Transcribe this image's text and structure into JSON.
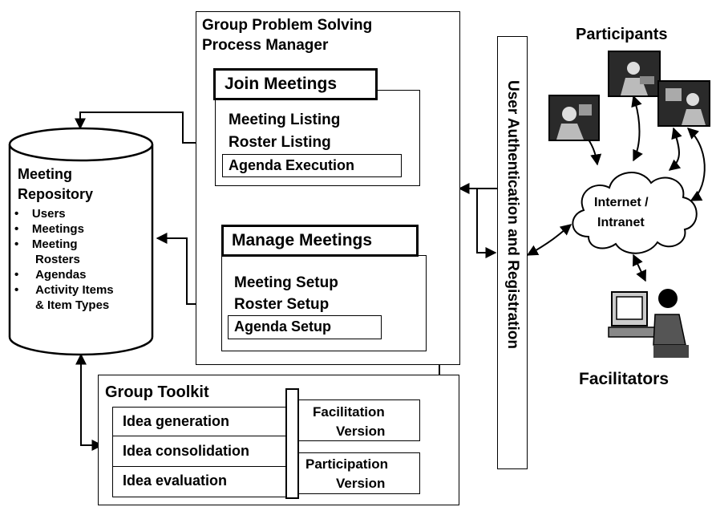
{
  "gpspm": {
    "title_line1": "Group Problem Solving",
    "title_line2": "Process Manager"
  },
  "join_meetings": {
    "header": "Join Meetings",
    "items": [
      "Meeting Listing",
      "Roster Listing",
      "Agenda Execution"
    ]
  },
  "manage_meetings": {
    "header": "Manage Meetings",
    "items": [
      "Meeting Setup",
      "Roster Setup",
      "Agenda Setup"
    ]
  },
  "repository": {
    "title_line1": "Meeting",
    "title_line2": "Repository",
    "items": [
      "Users",
      "Meetings",
      "Meeting",
      "Agendas",
      "Activity Items"
    ],
    "continuations": [
      "Rosters",
      "& Item Types"
    ]
  },
  "toolkit": {
    "title": "Group Toolkit",
    "tools": [
      "Idea generation",
      "Idea consolidation",
      "Idea evaluation"
    ],
    "facilitation_line1": "Facilitation",
    "facilitation_line2": "Version",
    "participation_line1": "Participation",
    "participation_line2": "Version"
  },
  "auth": {
    "label": "User Authentication and Registration"
  },
  "network": {
    "line1": "Internet /",
    "line2": "Intranet"
  },
  "participants": {
    "label": "Participants"
  },
  "facilitators": {
    "label": "Facilitators"
  },
  "icons": [
    "participant-photo-icon",
    "facilitator-icon",
    "cloud-icon"
  ]
}
